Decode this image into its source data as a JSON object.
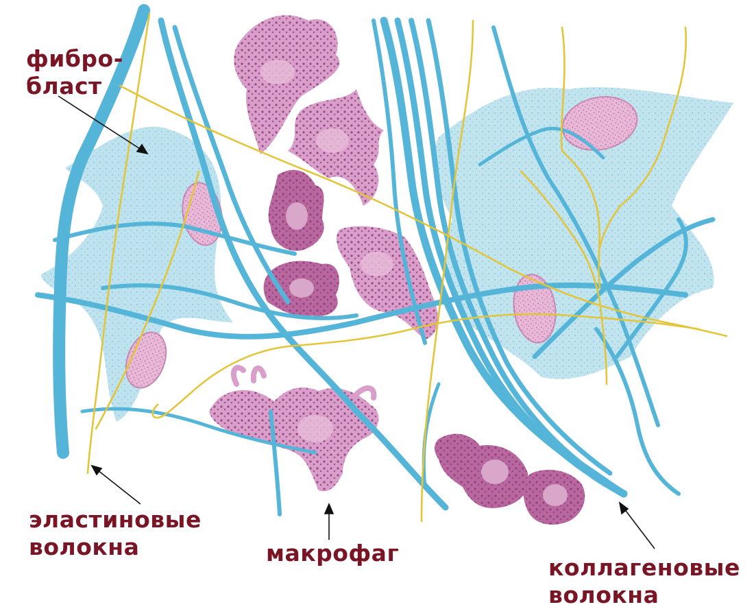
{
  "labels": {
    "fibroblast": {
      "line1": "фибро-",
      "line2": "бласт"
    },
    "elastin": {
      "line1": "эластиновые",
      "line2": "волокна"
    },
    "macrophage": {
      "line1": "макрофаг"
    },
    "collagen": {
      "line1": "коллагеновые",
      "line2": "волокна"
    }
  },
  "colors": {
    "label": "#7a1526",
    "collagen": "#55b5d8",
    "collagen_dark": "#3f9fc6",
    "elastin": "#e3c53a",
    "fibroblast": "#a9d9e8",
    "fibroblast_nucleus": "#e8b8d8",
    "macrophage_light": "#d99ec9",
    "macrophage_dark": "#b8689f",
    "granule": "#8c3b78",
    "arrow": "#111111"
  }
}
